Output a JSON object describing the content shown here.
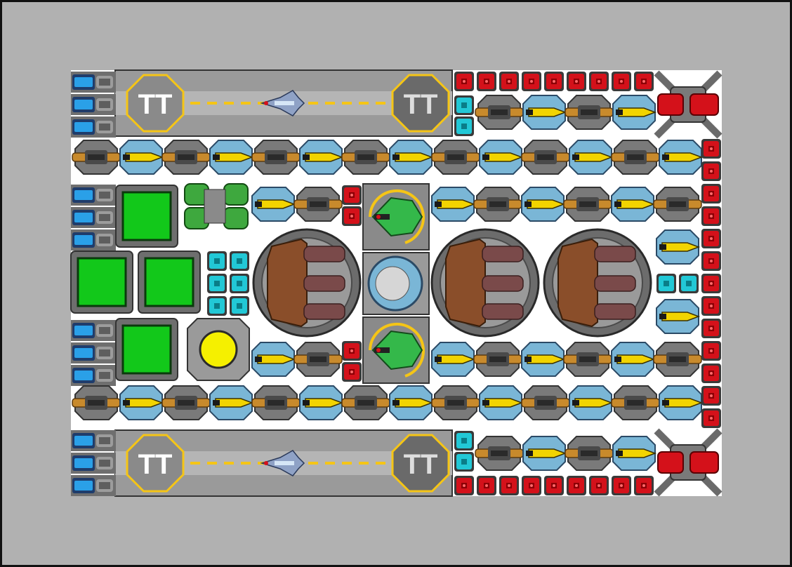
{
  "title": "",
  "colors": {
    "background": "#b1b1b1",
    "frame": "#111111",
    "ship_floor": "#ffffff",
    "armor_red": "#d4111a",
    "armor_cyan": "#22c8d6",
    "green_block": "#12c81a",
    "reactor_yellow": "#f5f000",
    "hangar_yellow": "#f5c516",
    "laser_yellow": "#f2d400",
    "cannon_orange": "#c88a2c",
    "shield_blue": "#7ab6d6"
  },
  "hangars": [
    {
      "name": "hangar-top",
      "markings": "TT"
    },
    {
      "name": "hangar-bottom",
      "markings": "TT"
    }
  ],
  "icons": {
    "thruster": "thruster-icon",
    "cannon": "cannon-icon",
    "laser": "laser-turret-icon",
    "cargo": "cargo-block-icon",
    "tank": "fuel-tank-icon",
    "reactor": "reactor-icon",
    "big_cannon": "heavy-cannon-icon",
    "fighter": "fighter-icon",
    "shield": "shield-generator-icon",
    "armor": "armor-block-icon",
    "gatling": "gatling-turret-icon"
  }
}
